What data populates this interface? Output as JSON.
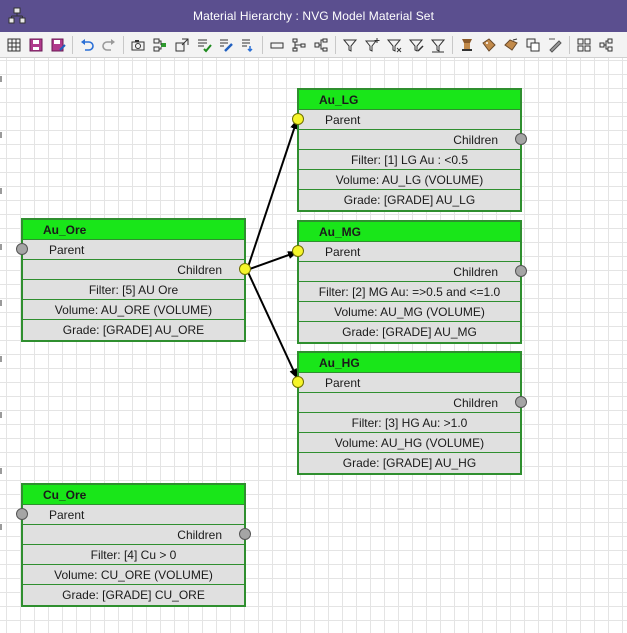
{
  "window": {
    "title": "Material Hierarchy : NVG Model Material Set"
  },
  "toolbar": {
    "icons": [
      "grid-icon",
      "save-icon",
      "save-as-icon",
      "undo-icon",
      "redo-icon",
      "camera-icon",
      "layout-icon",
      "resize-icon",
      "validate-icon",
      "edit-icon",
      "export-icon",
      "rectangle-icon",
      "tree-icon",
      "tree-alt-icon",
      "filter-icon",
      "filter-add-icon",
      "filter-remove-icon",
      "filter-edit-icon",
      "filter-clear-icon",
      "stamp-icon",
      "tag-icon",
      "tag-alt-icon",
      "copy-icon",
      "pen-icon",
      "layout-grid-icon",
      "connect-icon"
    ]
  },
  "labels": {
    "parent": "Parent",
    "children": "Children"
  },
  "nodes": [
    {
      "id": "au_ore",
      "name": "Au_Ore",
      "filter": "Filter: [5] AU Ore",
      "volume": "Volume: AU_ORE  (VOLUME)",
      "grade": "Grade: [GRADE] AU_ORE",
      "parent_connected": false,
      "children_connected": true
    },
    {
      "id": "au_lg",
      "name": "Au_LG",
      "filter": "Filter: [1] LG Au : <0.5",
      "volume": "Volume: AU_LG  (VOLUME)",
      "grade": "Grade: [GRADE] AU_LG",
      "parent_connected": true,
      "children_connected": false
    },
    {
      "id": "au_mg",
      "name": "Au_MG",
      "filter": "Filter: [2] MG Au: =>0.5 and <=1.0",
      "volume": "Volume: AU_MG  (VOLUME)",
      "grade": "Grade: [GRADE] AU_MG",
      "parent_connected": true,
      "children_connected": false
    },
    {
      "id": "au_hg",
      "name": "Au_HG",
      "filter": "Filter: [3] HG Au: >1.0",
      "volume": "Volume: AU_HG  (VOLUME)",
      "grade": "Grade: [GRADE] AU_HG",
      "parent_connected": true,
      "children_connected": false
    },
    {
      "id": "cu_ore",
      "name": "Cu_Ore",
      "filter": "Filter: [4] Cu > 0",
      "volume": "Volume: CU_ORE (VOLUME)",
      "grade": "Grade: [GRADE] CU_ORE",
      "parent_connected": false,
      "children_connected": false
    }
  ],
  "connections": [
    {
      "from": "au_ore",
      "to": "au_lg"
    },
    {
      "from": "au_ore",
      "to": "au_mg"
    },
    {
      "from": "au_ore",
      "to": "au_hg"
    }
  ],
  "colors": {
    "title_bar": "#5b4f8f",
    "node_header": "#19e619",
    "node_border": "#2f8f2f",
    "node_body": "#e0e0e0",
    "port_active": "#f5f52a",
    "port_inactive": "#a5a5a5"
  }
}
